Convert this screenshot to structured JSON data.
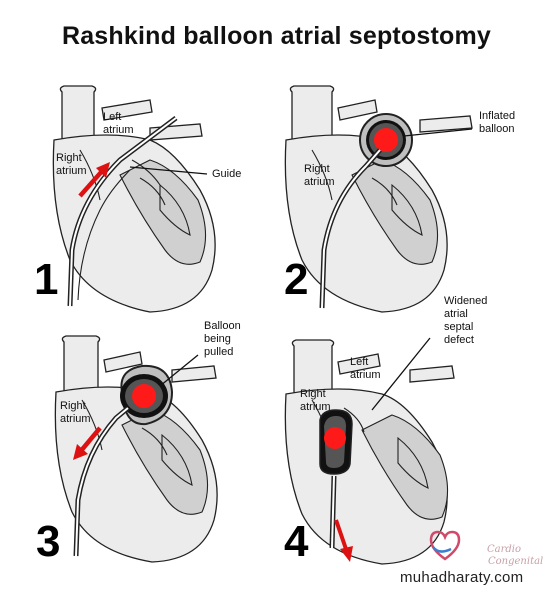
{
  "title": "Rashkind balloon atrial septostomy",
  "panels": [
    {
      "step": "1",
      "labels": {
        "left_atrium": "Left\natrium",
        "right_atrium": "Right\natrium",
        "guide": "Guide"
      }
    },
    {
      "step": "2",
      "labels": {
        "right_atrium": "Right\natrium",
        "inflated_balloon": "Inflated\nballoon"
      }
    },
    {
      "step": "3",
      "labels": {
        "right_atrium": "Right\natrium",
        "balloon_pulled": "Balloon\nbeing\npulled"
      }
    },
    {
      "step": "4",
      "labels": {
        "left_atrium": "Left\natrium",
        "right_atrium": "Right\natrium",
        "widened_defect": "Widened\natrial septal\ndefect"
      }
    }
  ],
  "watermark": {
    "brand_line1": "Cardio",
    "brand_line2": "Congenital",
    "url": "muhadharaty.com"
  },
  "colors": {
    "balloon_red": "#ff1a1a",
    "arrow_red": "#dd1111",
    "outline": "#222222",
    "fill_gray": "#e4e4e4"
  }
}
